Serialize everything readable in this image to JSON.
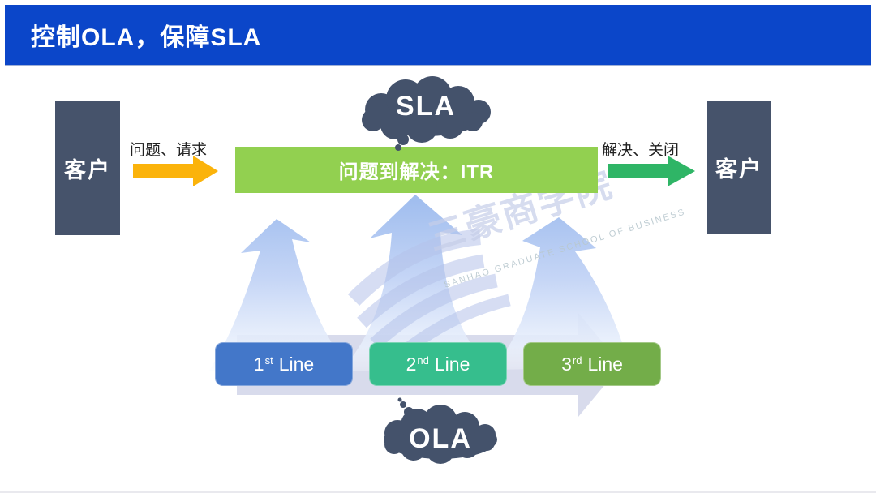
{
  "header": {
    "title": "控制OLA，保障SLA"
  },
  "customers": {
    "left": "客户",
    "right": "客户"
  },
  "flow": {
    "incoming": "问题、请求",
    "outgoing": "解决、关闭",
    "itr": "问题到解决：ITR"
  },
  "clouds": {
    "sla": "SLA",
    "ola": "OLA"
  },
  "lines": [
    {
      "num": "1",
      "ordinal": "st",
      "word": "Line",
      "color": "#4377c9"
    },
    {
      "num": "2",
      "ordinal": "nd",
      "word": "Line",
      "color": "#36be8d"
    },
    {
      "num": "3",
      "ordinal": "rd",
      "word": "Line",
      "color": "#73ad49"
    }
  ],
  "watermark": {
    "cn": "三豪商学院",
    "en": "SANHAO GRADUATE SCHOOL OF BUSINESS"
  },
  "colors": {
    "header_bg": "#0b46c9",
    "customer_box": "#46536b",
    "cloud": "#44526b",
    "itr_bar": "#92d050",
    "incoming_arrow": "#fbb30b",
    "outgoing_arrow": "#2fb566",
    "escalation_band": "#d6d9eb",
    "up_arrow_top": "#9ebcee"
  }
}
